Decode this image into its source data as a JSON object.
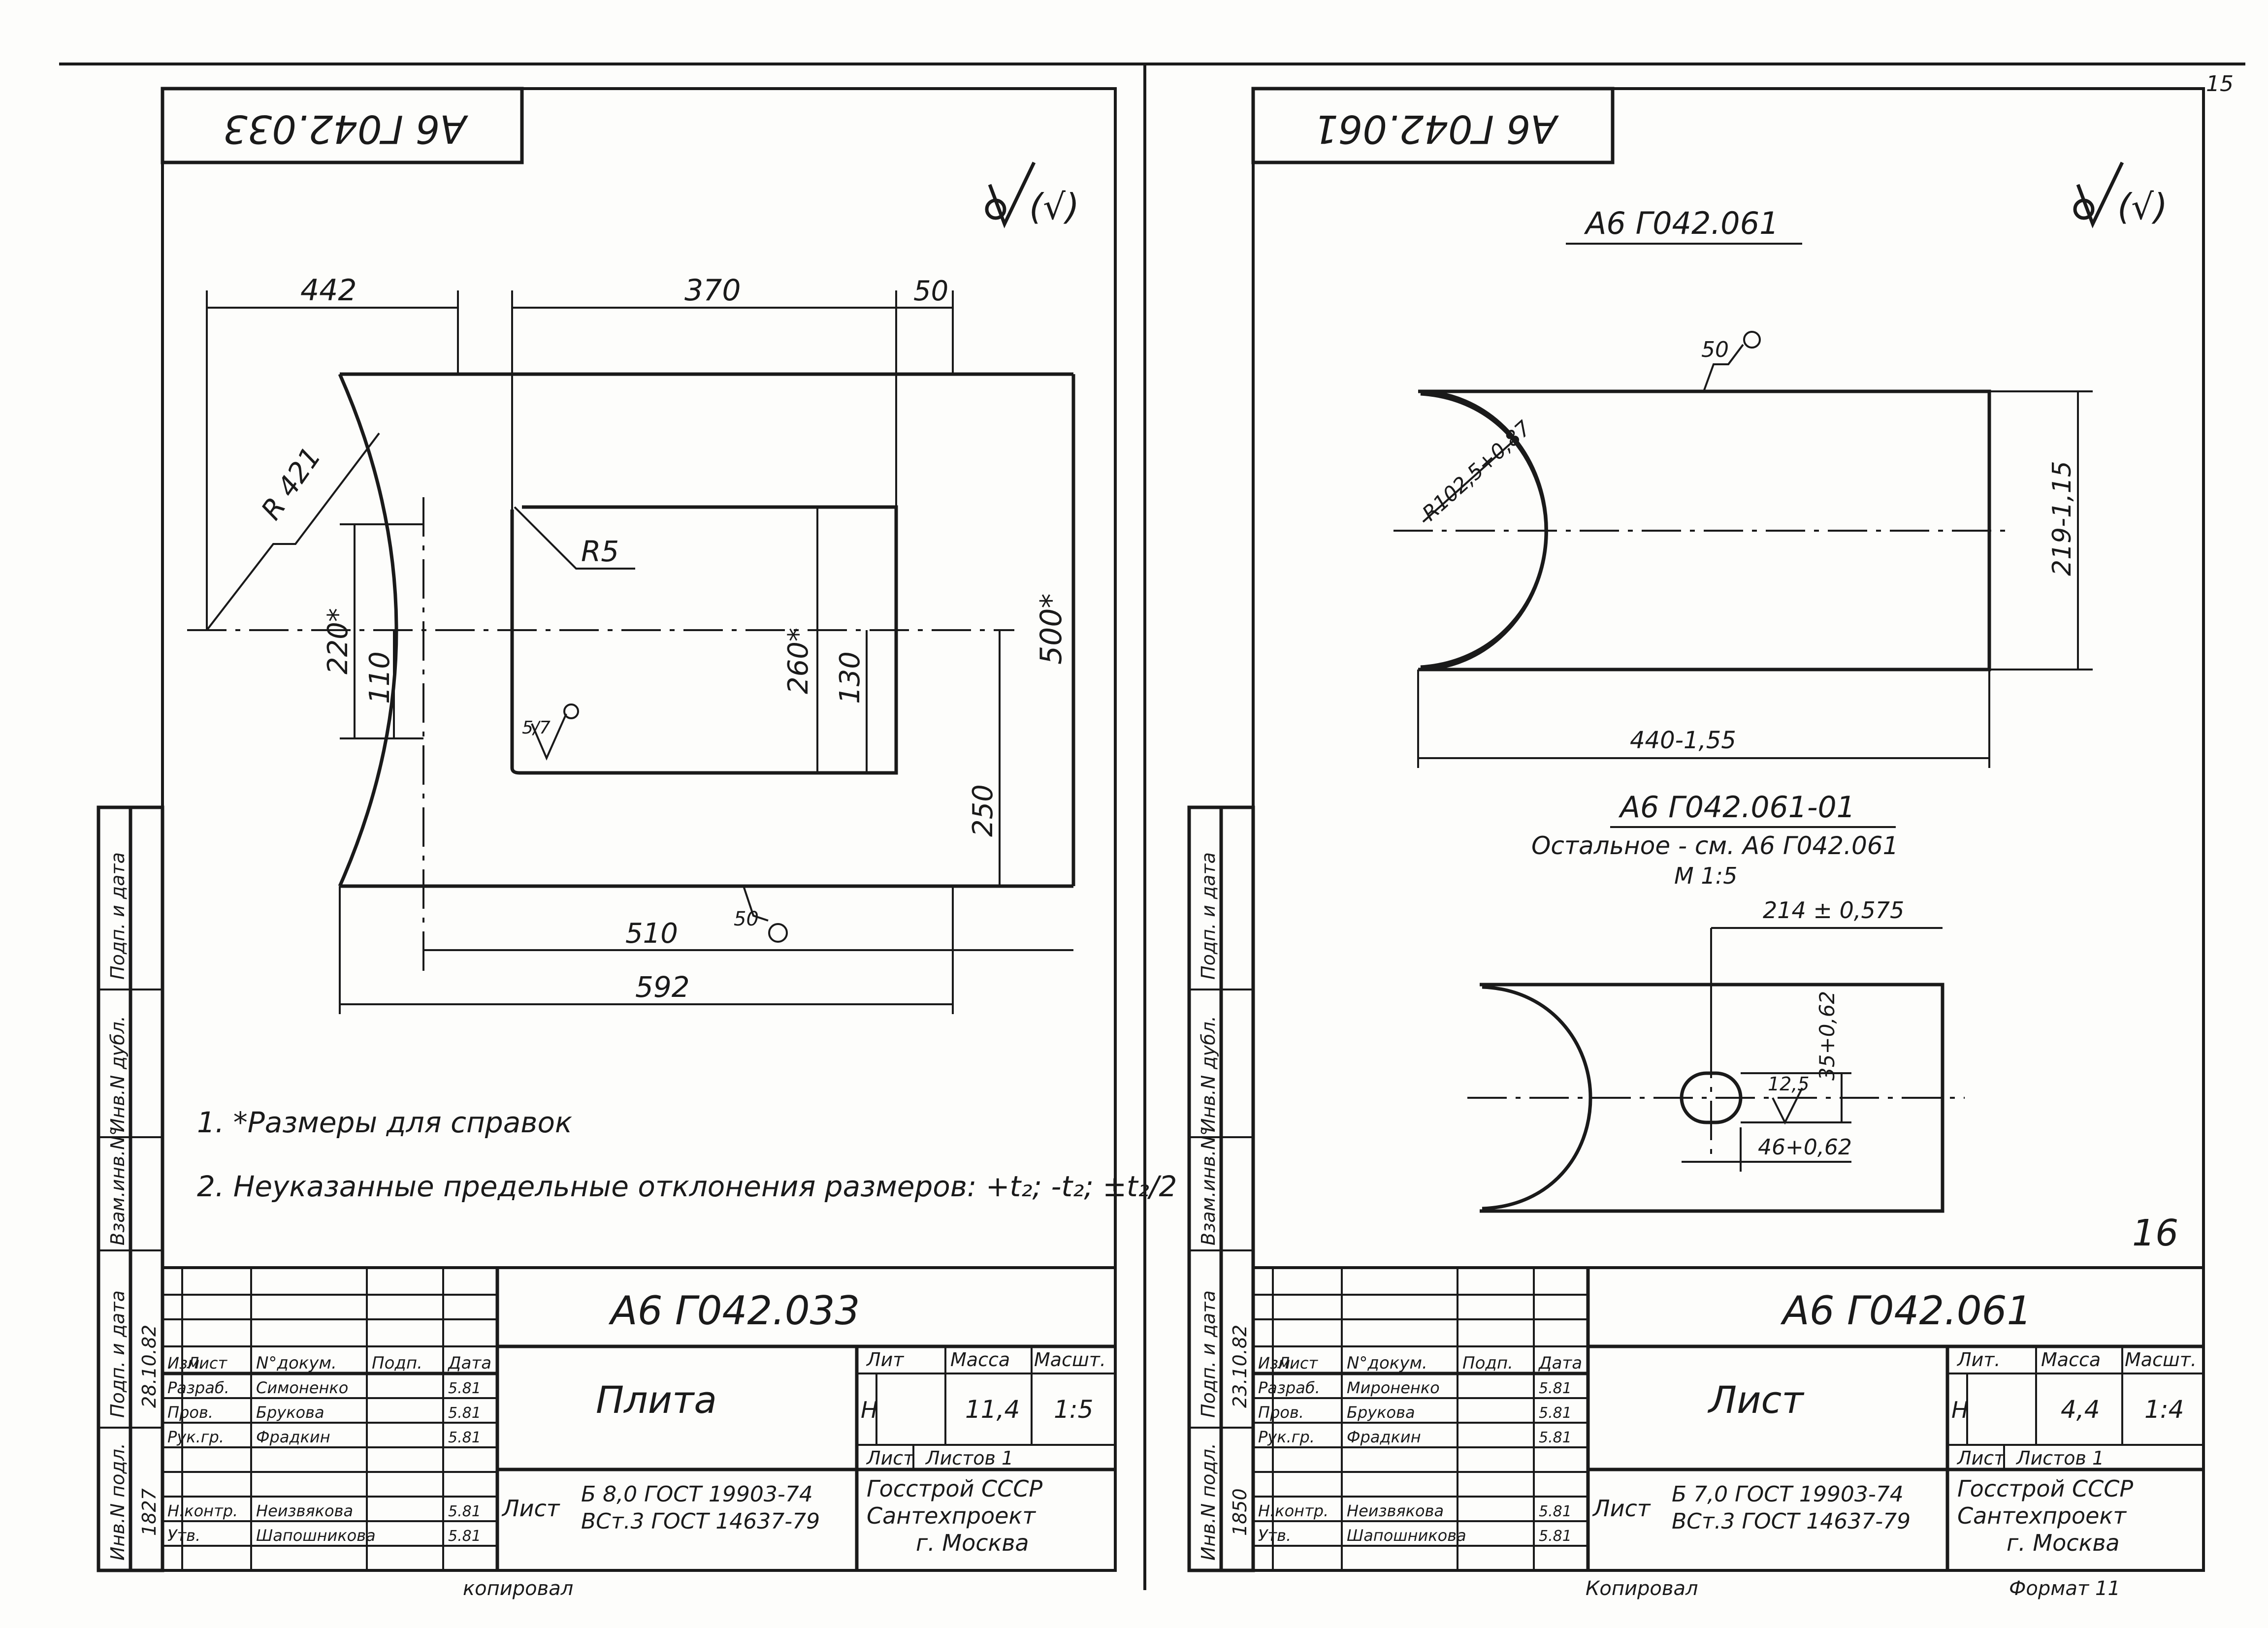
{
  "page_number_corner": "15",
  "sheet_page_number": "16",
  "bottom_note_left": "копировал",
  "bottom_note_right_a": "Копировал",
  "bottom_note_right_b": "Формат 11",
  "side_labels": [
    "Инв.N подл.",
    "Подп. и дата",
    "Взам.инв.N°",
    "Инв.N дубл.",
    "Подп. и дата"
  ],
  "sheets": [
    {
      "top_code_flipped": "А6 Г042.033",
      "roughness": "(√)",
      "dims": {
        "d442": "442",
        "d370": "370",
        "d50": "50",
        "r421": "R 421",
        "r5": "R5",
        "d220": "220*",
        "d110": "110",
        "d260": "260*",
        "d130": "130",
        "d500": "500*",
        "d250": "250",
        "d510": "510",
        "d592": "592",
        "rough1": "5/7",
        "rough2": "50"
      },
      "notes": [
        "1. *Размеры для справок",
        "2. Неуказанные предельные отклонения размеров: +t₂; -t₂; ±t₂/2"
      ],
      "stamp": {
        "code": "А6 Г042.033",
        "name": "Плита",
        "lit_h": "Лит",
        "mass_h": "Масса",
        "scale_h": "Масшт.",
        "lit": "Н",
        "mass": "11,4",
        "scale": "1:5",
        "sheet_h": "Лист",
        "sheets_h": "Листов 1",
        "material_lbl": "Лист",
        "material1": "Б 8,0 ГОСТ 19903-74",
        "material2": "ВСт.3 ГОСТ 14637-79",
        "org1": "Госстрой СССР",
        "org2": "Сантехпроект",
        "org3": "г. Москва",
        "cols": [
          "Изм.",
          "Лист",
          "N°докум.",
          "Подп.",
          "Дата"
        ],
        "rows": [
          {
            "role": "Разраб.",
            "name": "Симоненко",
            "date": "5.81"
          },
          {
            "role": "Пров.",
            "name": "Брукова",
            "date": "5.81"
          },
          {
            "role": "Рук.гр.",
            "name": "Фрадкин",
            "date": "5.81"
          },
          {
            "role": "Н.контр.",
            "name": "Неизвякова",
            "date": "5.81"
          },
          {
            "role": "Утв.",
            "name": "Шапошникова",
            "date": "5.81"
          }
        ],
        "side_date": "28.10.82",
        "side_inv": "1827"
      }
    },
    {
      "top_code_flipped": "А6 Г042.061",
      "roughness": "(√)",
      "part_title": "А6 Г042.061",
      "dims": {
        "rough50": "50",
        "r1025": "R102,5+0,87",
        "d219": "219-1,15",
        "d440": "440-1,55",
        "d214": "214 ± 0,575",
        "d35": "35+0,62",
        "rough125": "12,5",
        "d46": "46+0,62"
      },
      "variant_title": "А6 Г042.061-01",
      "variant_note": "Остальное - см. А6 Г042.061",
      "variant_scale": "М 1:5",
      "stamp": {
        "code": "А6 Г042.061",
        "name": "Лист",
        "lit_h": "Лит.",
        "mass_h": "Масса",
        "scale_h": "Масшт.",
        "lit": "Н",
        "mass": "4,4",
        "scale": "1:4",
        "sheet_h": "Лист",
        "sheets_h": "Листов 1",
        "material_lbl": "Лист",
        "material1": "Б 7,0 ГОСТ 19903-74",
        "material2": "ВСт.3 ГОСТ 14637-79",
        "org1": "Госстрой СССР",
        "org2": "Сантехпроект",
        "org3": "г. Москва",
        "cols": [
          "Изм.",
          "Лист",
          "N°докум.",
          "Подп.",
          "Дата"
        ],
        "rows": [
          {
            "role": "Разраб.",
            "name": "Мироненко",
            "date": "5.81"
          },
          {
            "role": "Пров.",
            "name": "Брукова",
            "date": "5.81"
          },
          {
            "role": "Рук.гр.",
            "name": "Фрадкин",
            "date": "5.81"
          },
          {
            "role": "Н.контр.",
            "name": "Неизвякова",
            "date": "5.81"
          },
          {
            "role": "Утв.",
            "name": "Шапошникова",
            "date": "5.81"
          }
        ],
        "side_date": "23.10.82",
        "side_inv": "1850"
      }
    }
  ]
}
